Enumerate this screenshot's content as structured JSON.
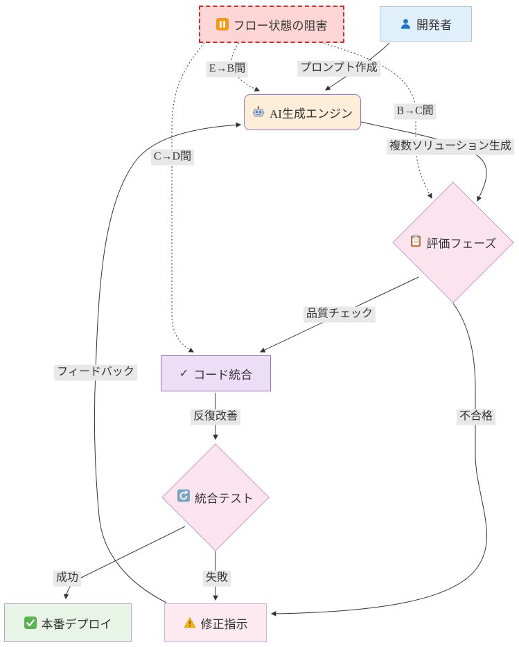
{
  "diagram": {
    "nodes": {
      "blocker": {
        "label": "フロー状態の阻害",
        "icon": "pause-icon"
      },
      "developer": {
        "label": "開発者",
        "icon": "person-icon"
      },
      "ai_engine": {
        "label": "AI生成エンジン",
        "icon": "robot-icon"
      },
      "evaluation": {
        "label": "評価フェーズ",
        "icon": "clipboard-icon"
      },
      "code_integration": {
        "label": "コード統合",
        "icon_char": "✓"
      },
      "integration_test": {
        "label": "統合テスト",
        "icon": "refresh-icon"
      },
      "deploy": {
        "label": "本番デプロイ",
        "icon": "check-green-icon"
      },
      "fix": {
        "label": "修正指示",
        "icon": "warning-icon"
      }
    },
    "edges": {
      "e_b": {
        "label": "E→B間",
        "from": "blocker",
        "to": "ai_engine",
        "style": "dotted"
      },
      "prompt": {
        "label": "プロンプト作成",
        "from": "developer",
        "to": "ai_engine",
        "style": "solid"
      },
      "b_c": {
        "label": "B→C間",
        "from": "blocker",
        "to": "evaluation",
        "style": "dotted"
      },
      "c_d": {
        "label": "C→D間",
        "from": "blocker",
        "to": "code_integration",
        "style": "dotted"
      },
      "multi_solution": {
        "label": "複数ソリューション生成",
        "from": "ai_engine",
        "to": "evaluation",
        "style": "solid"
      },
      "quality": {
        "label": "品質チェック",
        "from": "evaluation",
        "to": "code_integration",
        "style": "solid"
      },
      "iterate": {
        "label": "反復改善",
        "from": "code_integration",
        "to": "integration_test",
        "style": "solid"
      },
      "success": {
        "label": "成功",
        "from": "integration_test",
        "to": "deploy",
        "style": "solid"
      },
      "failure": {
        "label": "失敗",
        "from": "integration_test",
        "to": "fix",
        "style": "solid"
      },
      "rejected": {
        "label": "不合格",
        "from": "evaluation",
        "to": "fix",
        "style": "solid"
      },
      "feedback": {
        "label": "フィードバック",
        "from": "fix",
        "to": "ai_engine",
        "style": "solid"
      }
    },
    "colors": {
      "edge": "#333333",
      "edge_label_bg": "#e8e8e8",
      "blocker_bg": "#ffd6d6",
      "blocker_border": "#c62f2f",
      "developer_bg": "#e0f0fb",
      "developer_border": "#b3c6e0",
      "ai_bg": "#fdeeda",
      "ai_border": "#9673c9",
      "diamond_bg": "#fce4ef",
      "diamond_border": "#c29bd1",
      "code_bg": "#ecdef7",
      "code_border": "#9673c9",
      "deploy_bg": "#e8f5e6",
      "deploy_border": "#b5a7d4",
      "fix_bg": "#fdeaf0",
      "fix_border": "#cbb7de"
    }
  }
}
